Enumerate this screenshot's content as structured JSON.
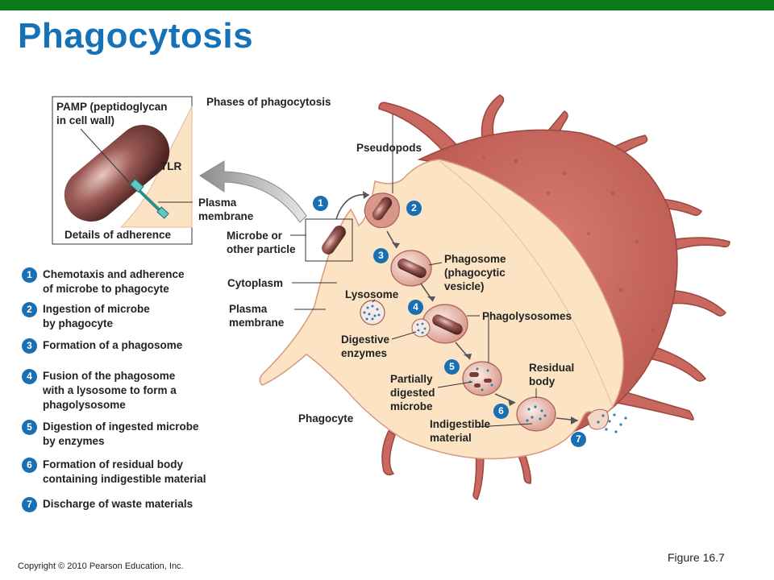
{
  "title": "Phagocytosis",
  "diagram_heading": "Phases of phagocytosis",
  "inset": {
    "pamp_label": "PAMP (peptidoglycan\nin cell wall)",
    "tlr_label": "TLR",
    "plasma_label": "Plasma\nmembrane",
    "caption": "Details of adherence"
  },
  "labels": {
    "pseudopods": "Pseudopods",
    "microbe": "Microbe or\nother particle",
    "phagosome": "Phagosome\n(phagocytic\nvesicle)",
    "cytoplasm": "Cytoplasm",
    "lysosome": "Lysosome",
    "plasma_membrane": "Plasma\nmembrane",
    "phagolysosomes": "Phagolysosomes",
    "digestive_enzymes": "Digestive\nenzymes",
    "residual_body": "Residual\nbody",
    "partially_digested": "Partially\ndigested\nmicrobe",
    "phagocyte": "Phagocyte",
    "indigestible": "Indigestible\nmaterial"
  },
  "badges": [
    "1",
    "2",
    "3",
    "4",
    "5",
    "6",
    "7"
  ],
  "steps": [
    {
      "num": "1",
      "text": "Chemotaxis and adherence\nof microbe to phagocyte"
    },
    {
      "num": "2",
      "text": "Ingestion of microbe\nby phagocyte"
    },
    {
      "num": "3",
      "text": "Formation of a phagosome"
    },
    {
      "num": "4",
      "text": "Fusion of the phagosome\nwith a lysosome to form a\nphagolysosome"
    },
    {
      "num": "5",
      "text": "Digestion of ingested microbe\nby enzymes"
    },
    {
      "num": "6",
      "text": "Formation of residual body\ncontaining indigestible material"
    },
    {
      "num": "7",
      "text": "Discharge of waste materials"
    }
  ],
  "footer": {
    "copyright": "Copyright © 2010 Pearson Education, Inc.",
    "figure": "Figure 16.7"
  },
  "colors": {
    "title": "#1672b8",
    "topbar": "#0b7a1a",
    "badge": "#1a6fb3",
    "cell_cytoplasm": "#fbe3c3",
    "cell_surface": "#c8685f"
  }
}
